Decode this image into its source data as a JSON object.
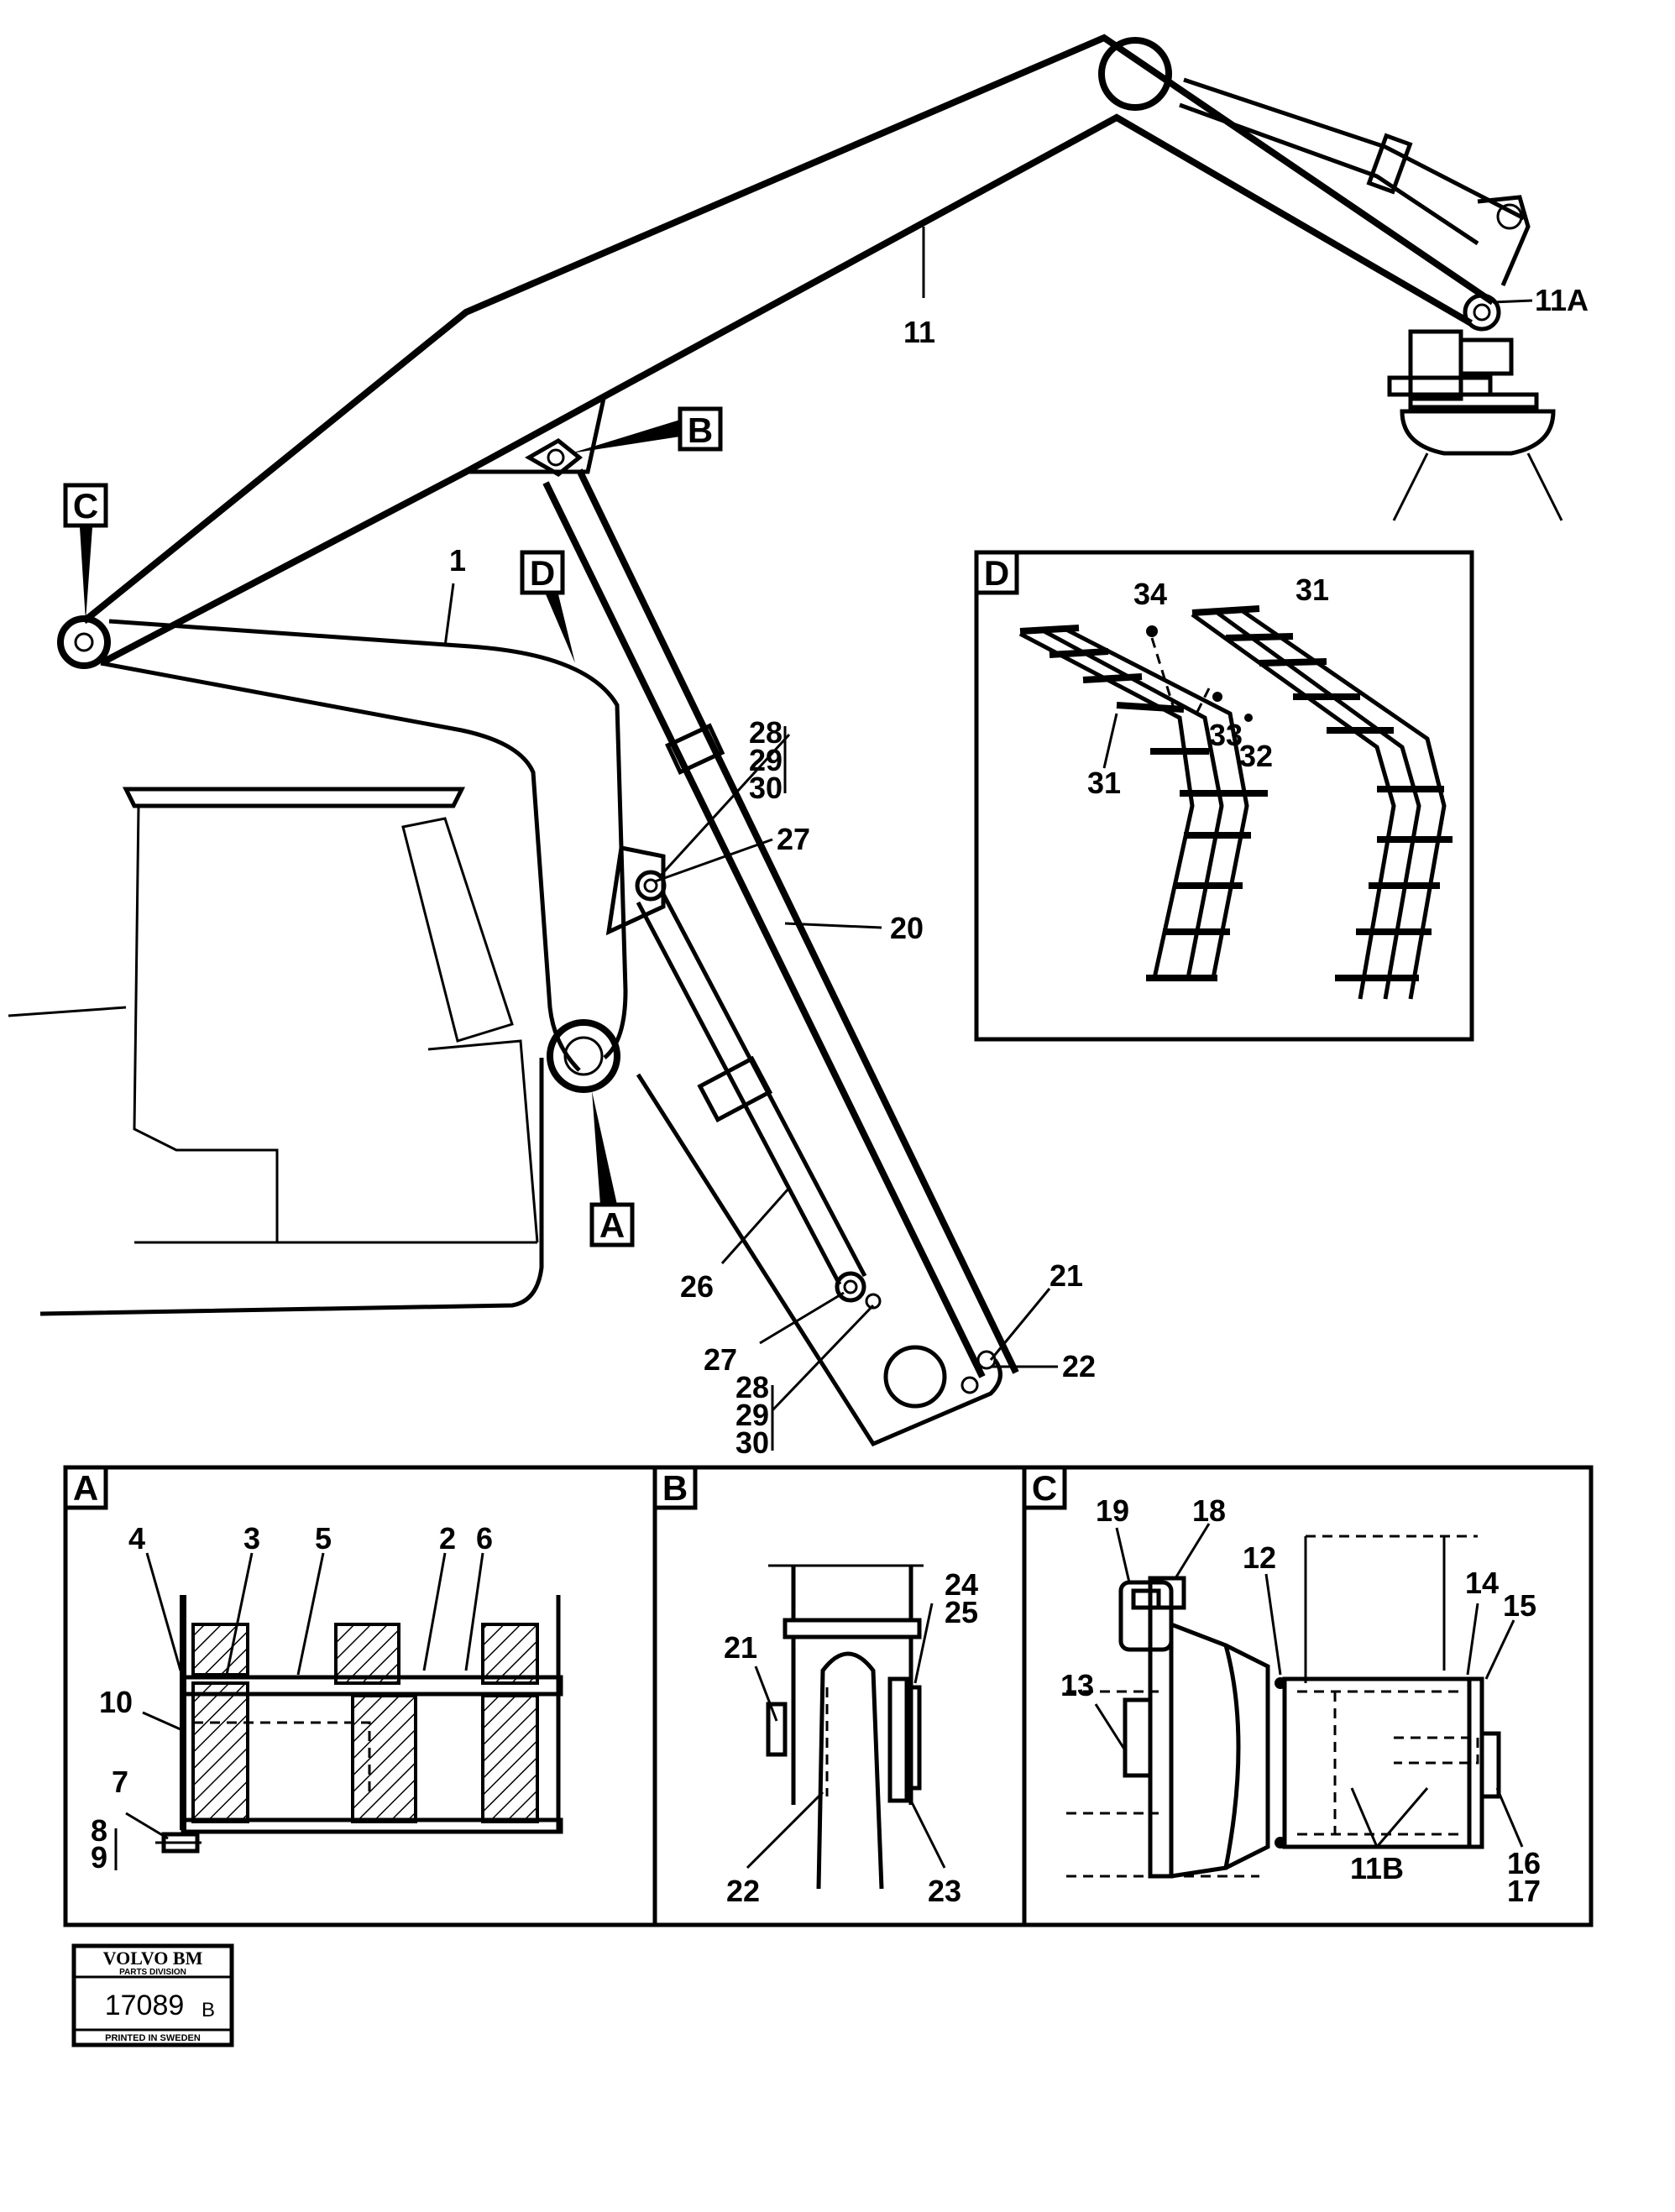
{
  "diagram": {
    "main_view": {
      "callouts": {
        "c1": "1",
        "c11": "11",
        "c11A": "11A",
        "c20": "20",
        "c21": "21",
        "c22": "22",
        "c26": "26",
        "c27_top": "27",
        "c27_bot": "27",
        "c28_top": "28",
        "c29_top": "29",
        "c30_top": "30",
        "c28_bot": "28",
        "c29_bot": "29",
        "c30_bot": "30"
      },
      "detail_markers": {
        "A": "A",
        "B": "B",
        "C": "C",
        "D": "D"
      }
    },
    "detail_D": {
      "title": "D",
      "callouts": {
        "c31a": "31",
        "c31b": "31",
        "c32": "32",
        "c33": "33",
        "c34": "34"
      }
    },
    "detail_A": {
      "title": "A",
      "callouts": {
        "c2": "2",
        "c3": "3",
        "c4": "4",
        "c5": "5",
        "c6": "6",
        "c7": "7",
        "c8": "8",
        "c9": "9",
        "c10": "10"
      }
    },
    "detail_B": {
      "title": "B",
      "callouts": {
        "c21": "21",
        "c22": "22",
        "c23": "23",
        "c24": "24",
        "c25": "25"
      }
    },
    "detail_C": {
      "title": "C",
      "callouts": {
        "c11B": "11B",
        "c12": "12",
        "c13": "13",
        "c14": "14",
        "c15": "15",
        "c16": "16",
        "c17": "17",
        "c18": "18",
        "c19": "19"
      }
    }
  },
  "stamp": {
    "brand": "VOLVO BM",
    "division": "PARTS DIVISION",
    "number": "17089",
    "suffix": "B",
    "footer": "PRINTED IN SWEDEN"
  }
}
